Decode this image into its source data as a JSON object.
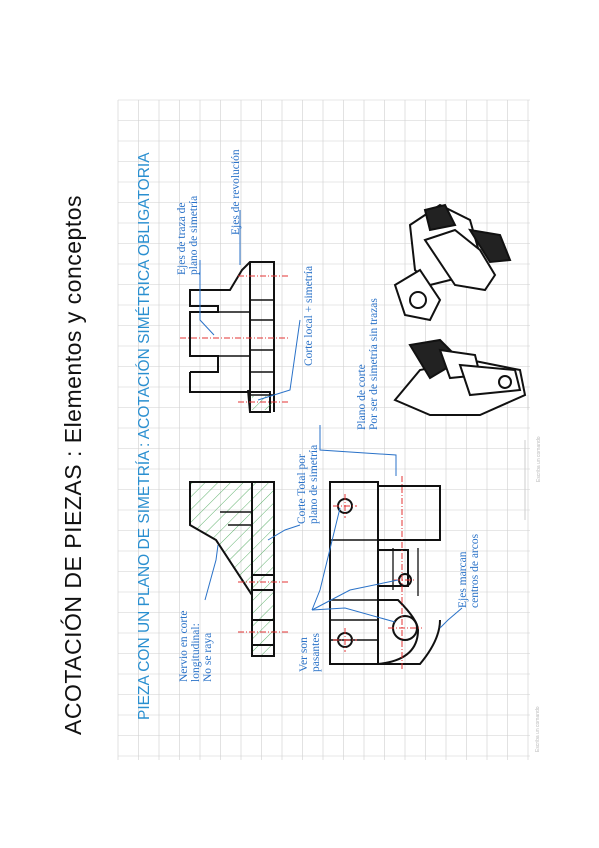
{
  "title": "ACOTACIÓN  DE  PIEZAS : Elementos y conceptos",
  "subtitle": "PIEZA CON UN PLANO DE SIMETRÍA : ACOTACIÓN SIMÉTRICA  OBLIGATORIA",
  "colors": {
    "grid": "#cfcfcf",
    "ink": "#111111",
    "annotation": "#2a72c8",
    "axis": "#e33333",
    "hatch": "#3aa04a"
  },
  "annotations": {
    "nervio": [
      "Nervio en corte",
      "longitudinal:",
      "No se raya"
    ],
    "corte_total": [
      "Corte Total por",
      "plano de simetría"
    ],
    "ver_son": [
      "Ver son",
      "pasantes"
    ],
    "plano_corte": [
      "Plano de corte",
      "Por ser de simetría sin trazas"
    ],
    "ejes_marcan": [
      "Ejes marcan",
      "centros de arcos"
    ],
    "ejes_traza": [
      "Ejes de traza de",
      "plano de simetría"
    ],
    "ejes_revolucion": "Ejes de revolución",
    "corte_local": "Corte local + simetría"
  },
  "faint_texts": [
    "Escriba un comando",
    "Escriba un comando"
  ]
}
